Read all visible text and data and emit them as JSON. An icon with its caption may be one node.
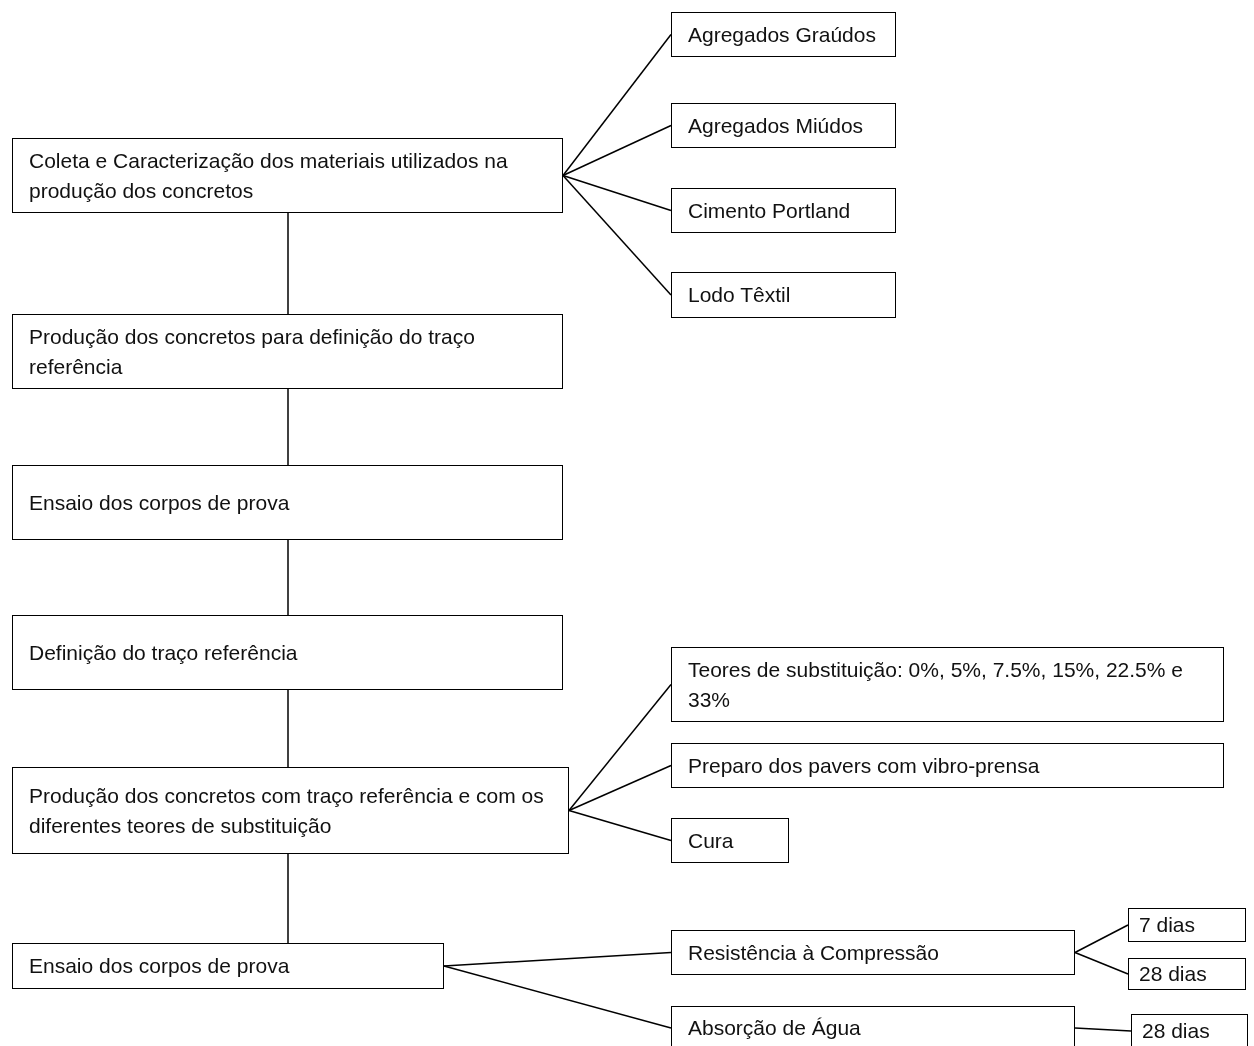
{
  "diagram": {
    "nodes": [
      {
        "text": [
          "Coleta e Caracterização dos materiais utilizados na produção dos concretos"
        ]
      },
      {
        "text": [
          "Agregados Graúdos"
        ]
      },
      {
        "text": [
          "Agregados Miúdos"
        ]
      },
      {
        "text": [
          "Cimento Portland"
        ]
      },
      {
        "text": [
          "Lodo Têxtil"
        ]
      },
      {
        "text": [
          "Produção dos concretos para definição do traço referência"
        ]
      },
      {
        "text": [
          "Ensaio dos corpos de prova"
        ]
      },
      {
        "text": [
          "Definição do traço referência"
        ]
      },
      {
        "text": [
          "Produção dos concretos com traço referência e com os diferentes teores de substituição"
        ]
      },
      {
        "text": [
          "Teores de substituição: 0%, 5%, 7.5%, 15%, 22.5% e 33%"
        ]
      },
      {
        "text": [
          "Preparo dos pavers com vibro-prensa"
        ]
      },
      {
        "text": [
          "Cura"
        ]
      },
      {
        "text": [
          "Ensaio dos corpos de prova"
        ]
      },
      {
        "text": [
          "Resistência à Compressão"
        ]
      },
      {
        "text": [
          "7 dias"
        ]
      },
      {
        "text": [
          "28 dias"
        ]
      },
      {
        "text": [
          "Absorção de Água"
        ]
      },
      {
        "text": [
          "28 dias"
        ]
      }
    ],
    "edges": [
      {
        "from": 0,
        "to": 1,
        "arrow": "none"
      },
      {
        "from": 0,
        "to": 2,
        "arrow": "none"
      },
      {
        "from": 0,
        "to": 3,
        "arrow": "none"
      },
      {
        "from": 0,
        "to": 4,
        "arrow": "none"
      },
      {
        "from": 0,
        "to": 5,
        "arrow": "none"
      },
      {
        "from": 5,
        "to": 6,
        "arrow": "none"
      },
      {
        "from": 6,
        "to": 7,
        "arrow": "none"
      },
      {
        "from": 7,
        "to": 8,
        "arrow": "none"
      },
      {
        "from": 8,
        "to": 9,
        "arrow": "none"
      },
      {
        "from": 8,
        "to": 10,
        "arrow": "none"
      },
      {
        "from": 8,
        "to": 11,
        "arrow": "none"
      },
      {
        "from": 8,
        "to": 12,
        "arrow": "none"
      },
      {
        "from": 12,
        "to": 13,
        "arrow": "none"
      },
      {
        "from": 12,
        "to": 16,
        "arrow": "none"
      },
      {
        "from": 13,
        "to": 14,
        "arrow": "none"
      },
      {
        "from": 13,
        "to": 15,
        "arrow": "none"
      },
      {
        "from": 16,
        "to": 17,
        "arrow": "none"
      }
    ]
  }
}
